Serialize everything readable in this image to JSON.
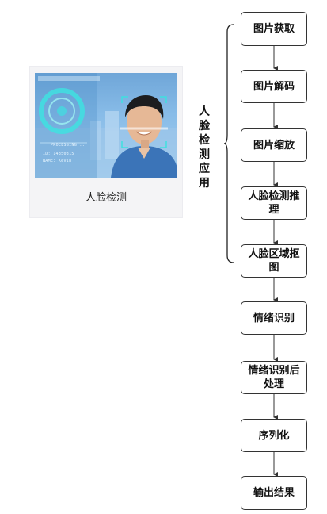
{
  "card": {
    "caption": "人脸检测",
    "overlay": {
      "line1": "PROCESSING...",
      "line2": "ID: 14350315",
      "line3": "NAME: Kevin"
    }
  },
  "flow": {
    "group_title": "人脸检测应用",
    "nodes": [
      {
        "label": "图片获取"
      },
      {
        "label": "图片解码"
      },
      {
        "label": "图片缩放"
      },
      {
        "label": "人脸检测推理"
      },
      {
        "label": "人脸区域抠图"
      },
      {
        "label": "情绪识别"
      },
      {
        "label": "情绪识别后处理"
      },
      {
        "label": "序列化"
      },
      {
        "label": "输出结果"
      }
    ]
  },
  "colors": {
    "node_border": "#333333",
    "hud_cyan": "#3fe0e0"
  }
}
